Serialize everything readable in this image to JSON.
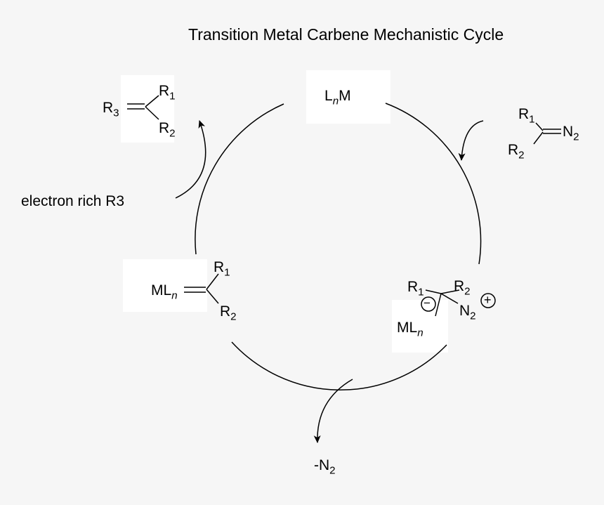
{
  "title": "Transition Metal Carbene Mechanistic Cycle",
  "catalyst": {
    "base": "L",
    "sub": "n",
    "tail": "M"
  },
  "diazo": {
    "r1": "R",
    "r1sub": "1",
    "r2": "R",
    "r2sub": "2",
    "n2": "N",
    "n2sub": "2"
  },
  "intermediate": {
    "r1": "R",
    "r1sub": "1",
    "r2": "R",
    "r2sub": "2",
    "n2": "N",
    "n2sub": "2",
    "minus": "−",
    "plus": "+",
    "ml": "ML",
    "mlsub": "n"
  },
  "carbene": {
    "ml": "ML",
    "mlsub": "n",
    "r1": "R",
    "r1sub": "1",
    "r2": "R",
    "r2sub": "2"
  },
  "product": {
    "r3": "R",
    "r3sub": "3",
    "r1": "R",
    "r1sub": "1",
    "r2": "R",
    "r2sub": "2"
  },
  "reagent_label": "electron rich R3",
  "byproduct": {
    "base": "-N",
    "sub": "2"
  },
  "colors": {
    "background": "#f6f6f6",
    "box": "#ffffff",
    "line": "#000000"
  }
}
